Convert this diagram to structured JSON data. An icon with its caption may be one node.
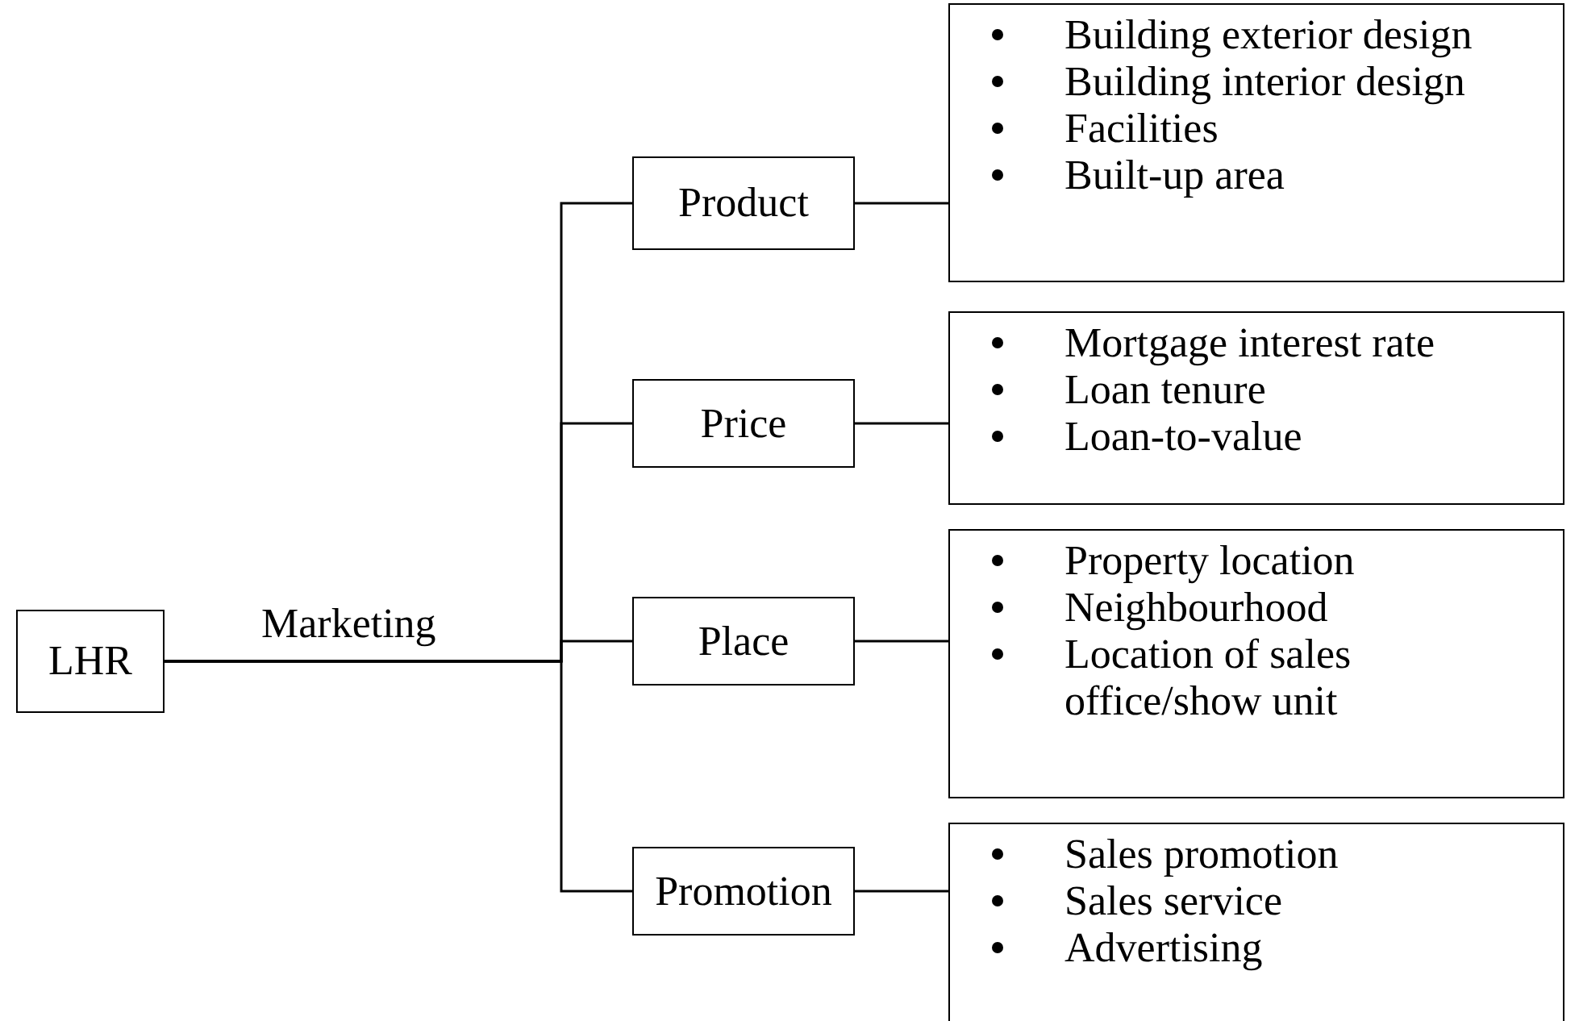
{
  "diagram": {
    "nodes": [
      {
        "text": [
          "LHR"
        ]
      },
      {
        "text": [
          "Product"
        ]
      },
      {
        "text": [
          "Price"
        ]
      },
      {
        "text": [
          "Place"
        ]
      },
      {
        "text": [
          "Promotion"
        ]
      },
      {
        "text": [
          "Building exterior design",
          "Building interior design",
          "Facilities",
          "Built-up area"
        ]
      },
      {
        "text": [
          "Mortgage interest rate",
          "Loan tenure",
          "Loan-to-value"
        ]
      },
      {
        "text": [
          "Property location",
          "Neighbourhood",
          "Location of sales office/show unit"
        ]
      },
      {
        "text": [
          "Sales promotion",
          "Sales service",
          "Advertising"
        ]
      }
    ],
    "edges": [
      {
        "from": 0,
        "to": 1,
        "arrow": "none",
        "label": "Marketing"
      },
      {
        "from": 0,
        "to": 2,
        "arrow": "none"
      },
      {
        "from": 0,
        "to": 3,
        "arrow": "none"
      },
      {
        "from": 0,
        "to": 4,
        "arrow": "none"
      },
      {
        "from": 1,
        "to": 5,
        "arrow": "none"
      },
      {
        "from": 2,
        "to": 6,
        "arrow": "none"
      },
      {
        "from": 3,
        "to": 7,
        "arrow": "none"
      },
      {
        "from": 4,
        "to": 8,
        "arrow": "none"
      }
    ]
  }
}
